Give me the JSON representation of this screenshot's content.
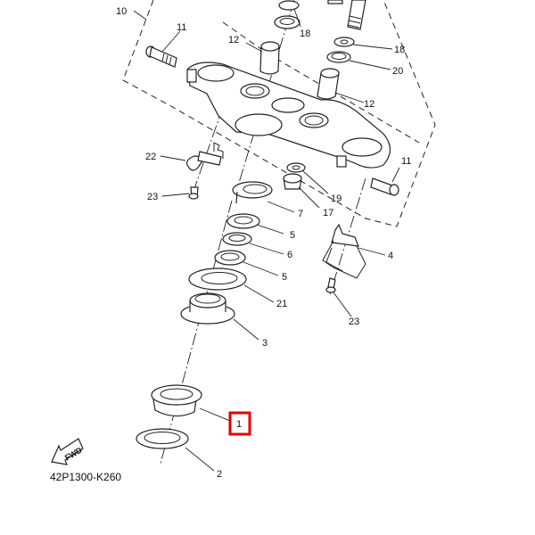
{
  "diagram": {
    "title_code": "42P1300-K260",
    "direction_marker": "FWD",
    "highlighted_callout": "1",
    "highlight_color": "#e00000",
    "callouts": [
      {
        "id": "c10",
        "label": "10"
      },
      {
        "id": "c11a",
        "label": "11"
      },
      {
        "id": "c12a",
        "label": "12"
      },
      {
        "id": "c18a",
        "label": "18"
      },
      {
        "id": "c18b",
        "label": "18"
      },
      {
        "id": "c20",
        "label": "20"
      },
      {
        "id": "c12b",
        "label": "12"
      },
      {
        "id": "c22",
        "label": "22"
      },
      {
        "id": "c23a",
        "label": "23"
      },
      {
        "id": "c11b",
        "label": "11"
      },
      {
        "id": "c19",
        "label": "19"
      },
      {
        "id": "c17",
        "label": "17"
      },
      {
        "id": "c7",
        "label": "7"
      },
      {
        "id": "c5a",
        "label": "5"
      },
      {
        "id": "c6",
        "label": "6"
      },
      {
        "id": "c5b",
        "label": "5"
      },
      {
        "id": "c21",
        "label": "21"
      },
      {
        "id": "c4",
        "label": "4"
      },
      {
        "id": "c23b",
        "label": "23"
      },
      {
        "id": "c3",
        "label": "3"
      },
      {
        "id": "c1",
        "label": "1"
      },
      {
        "id": "c2",
        "label": "2"
      }
    ]
  }
}
